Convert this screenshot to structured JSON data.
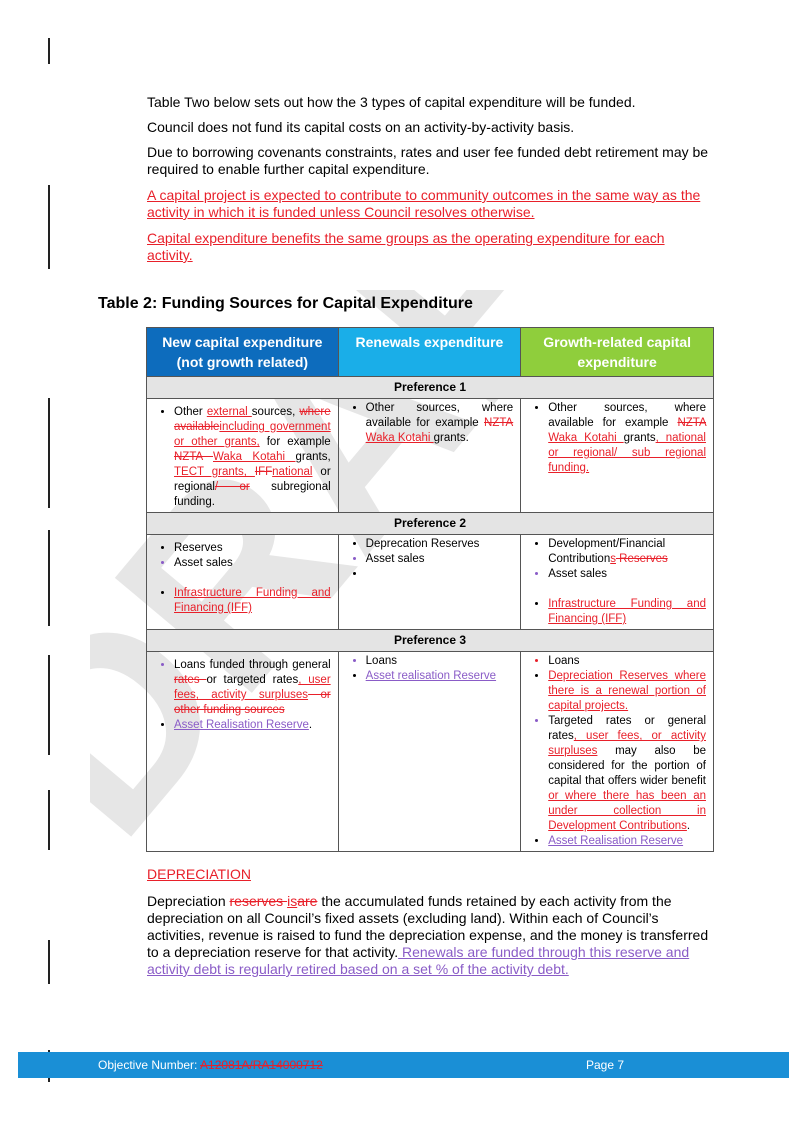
{
  "paragraphs": {
    "p1": "Table Two below sets out how the 3 types of capital expenditure will be funded.",
    "p2": "Council does not fund its capital costs on an activity-by-activity basis.",
    "p3": "Due to borrowing covenants constraints, rates and user fee funded debt retirement may be required to enable further capital expenditure.",
    "p4": "A capital project is expected to contribute to community outcomes in the same way as the activity in which it is funded unless Council resolves otherwise.",
    "p5": "Capital expenditure benefits the same groups as the operating expenditure for each activity."
  },
  "table_title": "Table 2: Funding Sources for Capital Expenditure",
  "headers": {
    "h1": "New capital expenditure (not growth related)",
    "h2": "Renewals expenditure",
    "h3": "Growth-related capital expenditure"
  },
  "prefs": {
    "p1": "Preference 1",
    "p2": "Preference 2",
    "p3": "Preference 3"
  },
  "r1": {
    "c1": {
      "a": "Other ",
      "b": "external ",
      "c": "sources, ",
      "d": "where available",
      "e": "including government or other grants,",
      "f": " for example ",
      "g": "NZTA ",
      "h": "Waka Kotahi ",
      "i": "grants, ",
      "j": "TECT grants, ",
      "k": "IFF",
      "l": "national",
      "m": " or regional",
      "n": "/ or",
      "o": " subregional funding."
    },
    "c2": {
      "a": "Other sources, where available for example ",
      "b": "NZTA ",
      "c": "Waka Kotahi ",
      "d": "grants."
    },
    "c3": {
      "a": "Other sources, where available for example ",
      "b": "NZTA",
      "c": " Waka Kotahi ",
      "d": "grants",
      "e": ", national or regional/ sub regional funding."
    }
  },
  "r2": {
    "c1": {
      "a": "Reserves",
      "b": "Asset sales",
      "c": "Infrastructure Funding and Financing (IFF)"
    },
    "c2": {
      "a": "Deprecation Reserves",
      "b": "Asset sales"
    },
    "c3": {
      "a": "Development/Financial Contribution",
      "b": "s",
      "c": " Reserves",
      "d": "Asset sales",
      "e": "Infrastructure Funding and Financing (IFF)"
    }
  },
  "r3": {
    "c1": {
      "a": "Loans funded through general ",
      "b": "rates ",
      "c": "or targeted rates",
      "d": ", user fees, activity surpluses",
      "e": " or other funding sources",
      "f": "Asset Realisation Reserve",
      "g": "."
    },
    "c2": {
      "a": "Loans",
      "b": "Asset realisation Reserve"
    },
    "c3": {
      "a": "Loans",
      "b": "Depreciation Reserves where there is a renewal portion of capital projects.",
      "c": "Targeted rates or general rates",
      "d": ", user fees, or activity surpluses",
      "e": " may also be considered for the portion of capital that offers wider benefit",
      "f": " or where there has been an under collection in Development Contributions",
      "g": ".",
      "h": "Asset Realisation Reserve"
    }
  },
  "depreciation": {
    "heading": "DEPRECIATION",
    "a": "Depreciation ",
    "b": "reserves ",
    "c": "is",
    "d": "are",
    "e": " the accumulated funds retained by each activity from the depreciation on all Council’s fixed assets (excluding land). Within each of Council’s activities, revenue is raised to fund the depreciation expense, and the money is transferred to a depreciation reserve for that activity.",
    "f": "  Renewals are funded through this reserve and activity debt is regularly retired based on a set % of the activity debt."
  },
  "footer": {
    "label": "Objective Number: ",
    "number": "A12081A/RA14000712",
    "page": "Page 7"
  },
  "watermark": "DRAFT",
  "colors": {
    "header_new": "#0d6cbd",
    "header_renewals": "#1aaee8",
    "header_growth": "#8fce3c",
    "insert_red": "#e8202a",
    "insert_purple": "#8a5cc7",
    "footer": "#1a8fd6"
  }
}
